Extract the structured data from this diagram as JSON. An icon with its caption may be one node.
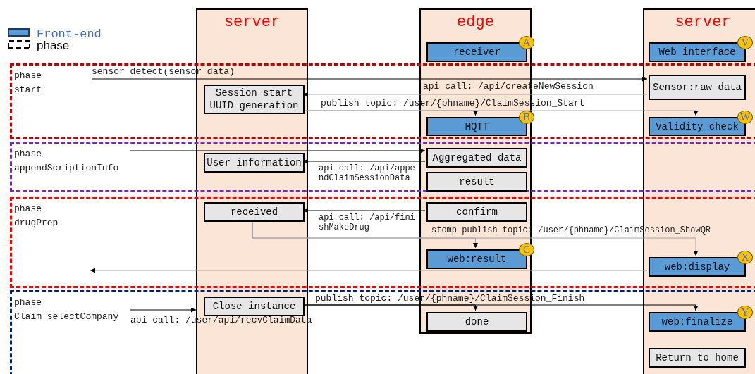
{
  "diagram": {
    "nodes": [
      {
        "text": [
          "server"
        ]
      },
      {
        "text": [
          "edge"
        ]
      },
      {
        "text": [
          "server"
        ]
      },
      {
        "text": [
          "Session start UUID generation"
        ],
        "in": 0
      },
      {
        "text": [
          "User information"
        ],
        "in": 0
      },
      {
        "text": [
          "received"
        ],
        "in": 0
      },
      {
        "text": [
          "Close instance"
        ],
        "in": 0
      },
      {
        "text": [
          "receiver"
        ],
        "in": 1,
        "beside": [
          "A"
        ]
      },
      {
        "text": [
          "MQTT"
        ],
        "in": 1,
        "beside": [
          "B"
        ]
      },
      {
        "text": [
          "Aggregated data"
        ],
        "in": 1
      },
      {
        "text": [
          "result"
        ],
        "in": 1
      },
      {
        "text": [
          "confirm"
        ],
        "in": 1
      },
      {
        "text": [
          "web:result"
        ],
        "in": 1,
        "beside": [
          "C"
        ]
      },
      {
        "text": [
          "done"
        ],
        "in": 1
      },
      {
        "text": [
          "Web interface"
        ],
        "in": 2,
        "beside": [
          "V"
        ]
      },
      {
        "text": [
          "Sensor:raw data"
        ],
        "in": 2
      },
      {
        "text": [
          "Validity check"
        ],
        "in": 2,
        "beside": [
          "W"
        ]
      },
      {
        "text": [
          "web:display"
        ],
        "in": 2,
        "beside": [
          "X"
        ]
      },
      {
        "text": [
          "web:finalize"
        ],
        "in": 2,
        "beside": [
          "Y"
        ]
      },
      {
        "text": [
          "Return to home"
        ],
        "in": 2
      }
    ],
    "labels": [
      "phase start",
      "phase appendScriptionInfo",
      "phase drugPrep",
      "phase Claim_selectCompany"
    ],
    "edges": [
      {
        "from": null,
        "to": 15,
        "arrow": "to",
        "label": "sensor detect(sensor data)"
      },
      {
        "from": 15,
        "to": 3,
        "arrow": "to",
        "label": "api call: /api/createNewSession",
        "color": "#a6a6a6"
      },
      {
        "from": 3,
        "to": 8,
        "arrow": "to",
        "color": "#a6a6a6"
      },
      {
        "from": 3,
        "to": 16,
        "arrow": "to",
        "label": "publish topic: /user/{phname}/ClaimSession_Start",
        "color": "#a6a6a6"
      },
      {
        "from": null,
        "to": 9,
        "arrow": "to"
      },
      {
        "from": 9,
        "to": 4,
        "arrow": "to",
        "label": "api call: /api/appendClaimSessionData"
      },
      {
        "from": 11,
        "to": 5,
        "arrow": "to",
        "label": "api call: /api/finishMakeDrug"
      },
      {
        "from": 5,
        "to": 12,
        "arrow": "to",
        "color": "#a6a6a6"
      },
      {
        "from": 5,
        "to": 17,
        "arrow": "to",
        "label": "stomp publish topic: /user/{phname}/ClaimSession_ShowQR",
        "color": "#a6a6a6"
      },
      {
        "from": 17,
        "to": null,
        "arrow": "to",
        "color": "#a6a6a6"
      },
      {
        "from": null,
        "to": 0,
        "arrow": "to",
        "label": "api call: /user/api/recvClaimData"
      },
      {
        "from": 6,
        "to": 13,
        "arrow": "to"
      },
      {
        "from": 6,
        "to": 18,
        "arrow": "to",
        "label": "publish topic: /user/{phname}/ClaimSession_Finish"
      }
    ],
    "legend": [
      {
        "text": "Front-end",
        "color": "#5b9bd5"
      },
      {
        "text": "phase"
      }
    ]
  }
}
